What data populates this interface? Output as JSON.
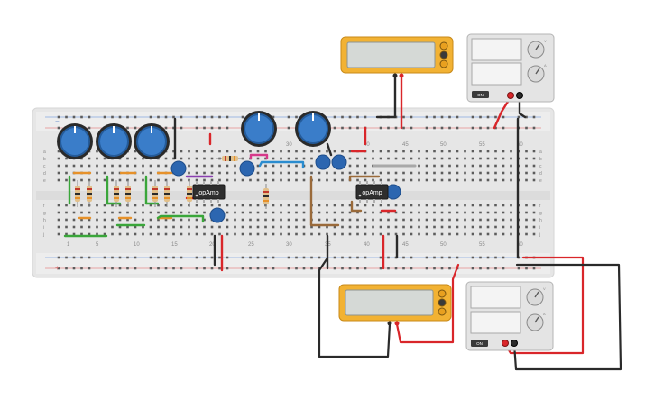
{
  "chips": {
    "u1_label": "opAmp",
    "u2_label": "opAmp"
  },
  "breadboard": {
    "column_numbers_top": [
      "30",
      "40",
      "45",
      "50",
      "55",
      "60"
    ],
    "column_numbers_bottom": [
      "1",
      "5",
      "10",
      "15",
      "20",
      "25",
      "30",
      "35",
      "40",
      "45",
      "50",
      "55",
      "60"
    ],
    "row_letters_top": [
      "a",
      "b",
      "c",
      "d",
      "e"
    ],
    "row_letters_bottom": [
      "f",
      "g",
      "h",
      "i",
      "j"
    ]
  },
  "power_supply_top": {
    "top_readout_unit": "V",
    "bottom_readout_unit": "A",
    "button_label": "ON"
  },
  "power_supply_bottom": {
    "top_readout_unit": "V",
    "bottom_readout_unit": "A",
    "button_label": "ON"
  },
  "colors": {
    "board": "#e8e8e8",
    "multimeter": "#f2b233",
    "potentiometer": "#3a7dc9",
    "capacitor": "#2c66b0",
    "wire_red": "#d9262a",
    "wire_black": "#2a2a2a",
    "wire_green": "#3aa63a",
    "wire_orange": "#e6912a",
    "wire_blue": "#2a8ccf",
    "wire_purple": "#8a3fb0",
    "wire_brown": "#9a6a3a"
  }
}
